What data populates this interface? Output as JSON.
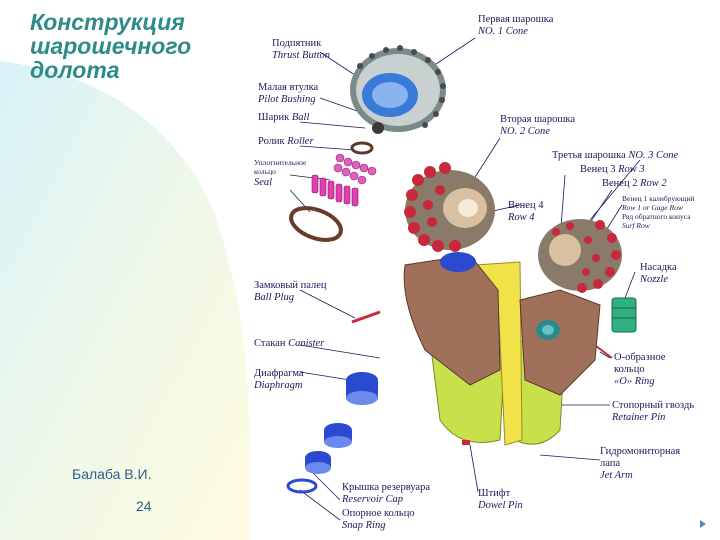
{
  "slide": {
    "title_lines": [
      "Конструкция",
      "шарошечного",
      "долота"
    ],
    "author": "Балаба В.И.",
    "page_number": "24"
  },
  "labels": {
    "cone1_ru": "Первая шарошка",
    "cone1_en": "NO. 1 Cone",
    "thrust_ru": "Подпятник",
    "thrust_en": "Thrust Button",
    "pilot_ru": "Малая втулка",
    "pilot_en": "Pilot Bushing",
    "ball_ru": "Шарик",
    "ball_en": "Ball",
    "roller_ru": "Ролик",
    "roller_en": "Roller",
    "seal_ru_1": "Уплотнительное",
    "seal_ru_2": "кольцо",
    "seal_en": "Seal",
    "cone2_ru": "Вторая шарошка",
    "cone2_en": "NO. 2 Cone",
    "cone3_ru": "Третья шарошка",
    "cone3_en": "NO. 3 Cone",
    "row3_ru": "Венец 3",
    "row3_en": "Row 3",
    "row2_ru": "Венец 2",
    "row2_en": "Row 2",
    "row1_ru": "Венец 1 калибрующий",
    "row1_en": "Row 1 or Gage Row",
    "surf_ru": "Ряд обратного конуса",
    "surf_en": "Surf Row",
    "row4_ru": "Венец 4",
    "row4_en": "Row 4",
    "nozzle_ru": "Насадка",
    "nozzle_en": "Nozzle",
    "ballplug_ru": "Замковый палец",
    "ballplug_en": "Ball Plug",
    "canister_ru": "Стакан",
    "canister_en": "Canister",
    "diaphragm_ru": "Диафрагма",
    "diaphragm_en": "Diaphragm",
    "oring_ru_1": "О-образное",
    "oring_ru_2": "кольцо",
    "oring_en": "«O» Ring",
    "retainer_ru": "Стопорный гвоздь",
    "retainer_en": "Retainer Pin",
    "jet_ru_1": "Гидромониторная",
    "jet_ru_2": "лапа",
    "jet_en": "Jet Arm",
    "cap_ru": "Крышка резервуара",
    "cap_en": "Reservoir Cap",
    "dowel_ru": "Штифт",
    "dowel_en": "Dowel Pin",
    "snap_ru": "Опорное кольцо",
    "snap_en": "Snap Ring"
  },
  "colors": {
    "title": "#2f8a8a",
    "label": "#1a1a5a",
    "leg_green": "#c8e04a",
    "leg_yellow": "#f2e24a",
    "leg_brown": "#a0705a",
    "cone_red": "#c8283c",
    "cone_teal": "#2a8a8a",
    "blue_parts": "#2a4ad0",
    "magenta_rollers": "#e040b0",
    "nozzle_green": "#30b080"
  }
}
